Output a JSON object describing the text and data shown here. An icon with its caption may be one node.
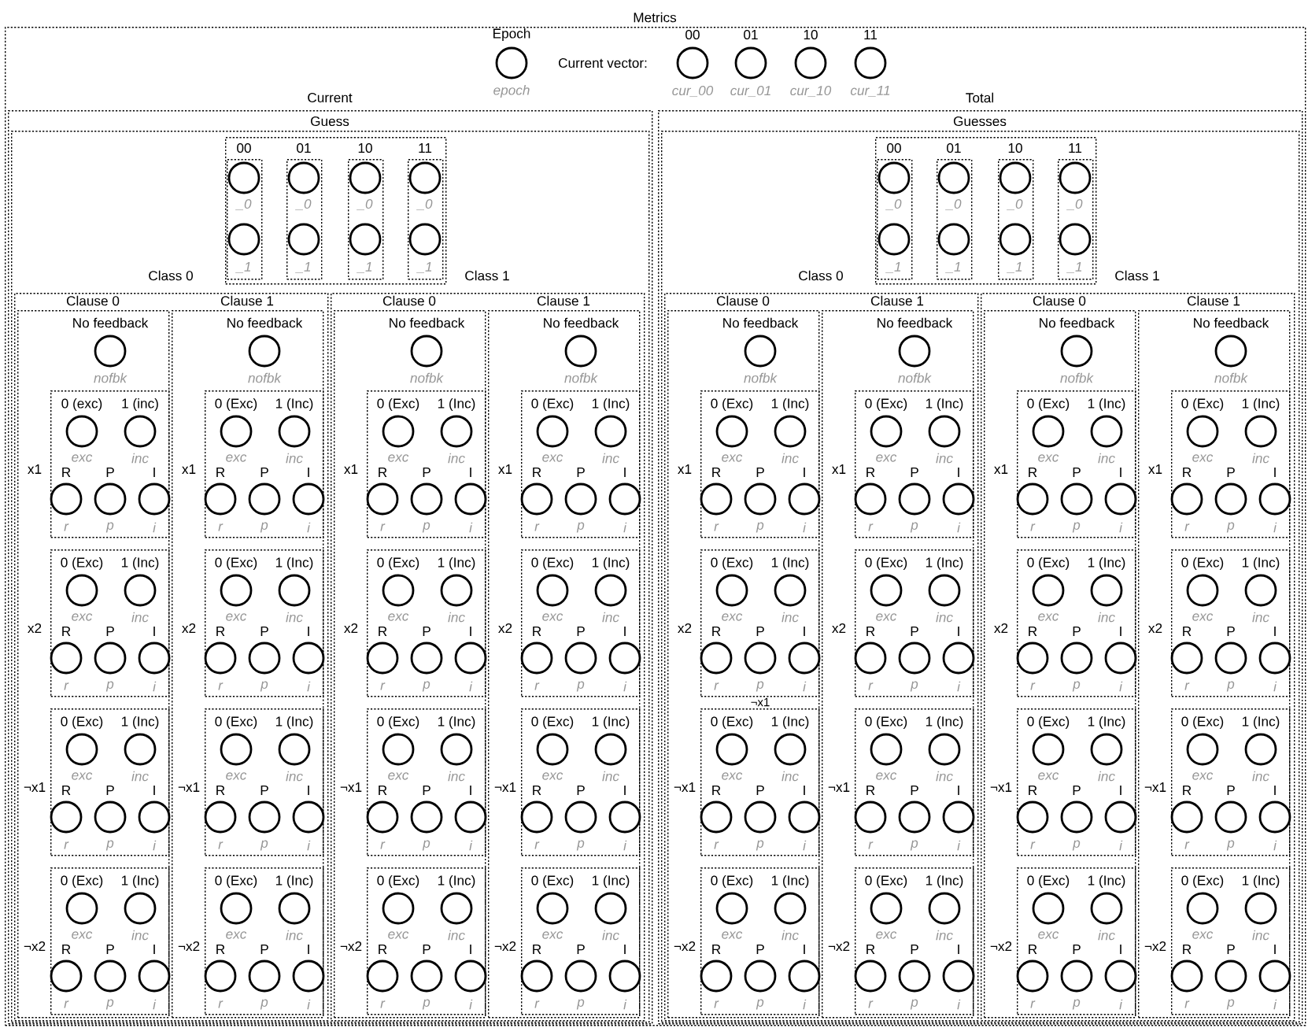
{
  "diagram": {
    "nodes": [
      {
        "text": [
          "Metrics"
        ]
      },
      {
        "text": [
          "Epoch",
          "epoch"
        ],
        "in": 0
      },
      {
        "text": [
          "00",
          "cur_00"
        ],
        "in": 0
      },
      {
        "text": [
          "01",
          "cur_01"
        ],
        "in": 0
      },
      {
        "text": [
          "10",
          "cur_10"
        ],
        "in": 0
      },
      {
        "text": [
          "11",
          "cur_11"
        ],
        "in": 0
      },
      {
        "text": [
          "Current"
        ],
        "in": 0
      },
      {
        "text": [
          "Guess"
        ],
        "in": 6
      },
      {
        "text": [],
        "shape": "box",
        "in": 7
      },
      {
        "text": [
          "00"
        ],
        "in": 8
      },
      {
        "text": [
          "_0"
        ],
        "in": 9
      },
      {
        "text": [
          "_1"
        ],
        "in": 9
      },
      {
        "text": [
          "01"
        ],
        "in": 8
      },
      {
        "text": [
          "_0"
        ],
        "in": 12
      },
      {
        "text": [
          "_1"
        ],
        "in": 12
      },
      {
        "text": [
          "10"
        ],
        "in": 8
      },
      {
        "text": [
          "_0"
        ],
        "in": 15
      },
      {
        "text": [
          "_1"
        ],
        "in": 15
      },
      {
        "text": [
          "11"
        ],
        "in": 8
      },
      {
        "text": [
          "_0"
        ],
        "in": 18
      },
      {
        "text": [
          "_1"
        ],
        "in": 18
      },
      {
        "text": [
          "Class 0"
        ],
        "in": 7
      },
      {
        "text": [
          "Clause 0"
        ],
        "in": 21
      },
      {
        "text": [
          "No feedback",
          "nofbk"
        ],
        "in": 22
      },
      {
        "text": [
          "x1"
        ],
        "in": 22
      },
      {
        "text": [
          "0 (exc)",
          "exc"
        ],
        "in": 24
      },
      {
        "text": [
          "1 (inc)",
          "inc"
        ],
        "in": 24
      },
      {
        "text": [
          "R",
          "r"
        ],
        "in": 24
      },
      {
        "text": [
          "P",
          "p"
        ],
        "in": 24
      },
      {
        "text": [
          "I",
          "i"
        ],
        "in": 24
      },
      {
        "text": [
          "x2"
        ],
        "in": 22
      },
      {
        "text": [
          "0 (Exc)",
          "exc"
        ],
        "in": 30
      },
      {
        "text": [
          "1 (Inc)",
          "inc"
        ],
        "in": 30
      },
      {
        "text": [
          "R",
          "r"
        ],
        "in": 30
      },
      {
        "text": [
          "P",
          "p"
        ],
        "in": 30
      },
      {
        "text": [
          "I",
          "i"
        ],
        "in": 30
      },
      {
        "text": [
          "¬x1"
        ],
        "in": 22
      },
      {
        "text": [
          "0 (Exc)",
          "exc"
        ],
        "in": 36
      },
      {
        "text": [
          "1 (Inc)",
          "inc"
        ],
        "in": 36
      },
      {
        "text": [
          "R",
          "r"
        ],
        "in": 36
      },
      {
        "text": [
          "P",
          "p"
        ],
        "in": 36
      },
      {
        "text": [
          "I",
          "i"
        ],
        "in": 36
      },
      {
        "text": [
          "¬x2"
        ],
        "in": 22
      },
      {
        "text": [
          "0 (Exc)",
          "exc"
        ],
        "in": 42
      },
      {
        "text": [
          "1 (Inc)",
          "inc"
        ],
        "in": 42
      },
      {
        "text": [
          "R",
          "r"
        ],
        "in": 42
      },
      {
        "text": [
          "P",
          "p"
        ],
        "in": 42
      },
      {
        "text": [
          "I",
          "i"
        ],
        "in": 42
      },
      {
        "text": [
          "Clause 1"
        ],
        "in": 21
      },
      {
        "text": [
          "No feedback",
          "nofbk"
        ],
        "in": 48
      },
      {
        "text": [
          "x1"
        ],
        "in": 48
      },
      {
        "text": [
          "0 (Exc)",
          "exc"
        ],
        "in": 50
      },
      {
        "text": [
          "1 (Inc)",
          "inc"
        ],
        "in": 50
      },
      {
        "text": [
          "R",
          "r"
        ],
        "in": 50
      },
      {
        "text": [
          "P",
          "p"
        ],
        "in": 50
      },
      {
        "text": [
          "I",
          "i"
        ],
        "in": 50
      },
      {
        "text": [
          "x2"
        ],
        "in": 48
      },
      {
        "text": [
          "0 (Exc)",
          "exc"
        ],
        "in": 56
      },
      {
        "text": [
          "1 (Inc)",
          "inc"
        ],
        "in": 56
      },
      {
        "text": [
          "R",
          "r"
        ],
        "in": 56
      },
      {
        "text": [
          "P",
          "p"
        ],
        "in": 56
      },
      {
        "text": [
          "I",
          "i"
        ],
        "in": 56
      },
      {
        "text": [
          "¬x1"
        ],
        "in": 48
      },
      {
        "text": [
          "0 (Exc)",
          "exc"
        ],
        "in": 62
      },
      {
        "text": [
          "1 (Inc)",
          "inc"
        ],
        "in": 62
      },
      {
        "text": [
          "R",
          "r"
        ],
        "in": 62
      },
      {
        "text": [
          "P",
          "p"
        ],
        "in": 62
      },
      {
        "text": [
          "I",
          "i"
        ],
        "in": 62
      },
      {
        "text": [
          "¬x2"
        ],
        "in": 48
      },
      {
        "text": [
          "0 (Exc)",
          "exc"
        ],
        "in": 68
      },
      {
        "text": [
          "1 (Inc)",
          "inc"
        ],
        "in": 68
      },
      {
        "text": [
          "R",
          "r"
        ],
        "in": 68
      },
      {
        "text": [
          "P",
          "p"
        ],
        "in": 68
      },
      {
        "text": [
          "I",
          "i"
        ],
        "in": 68
      },
      {
        "text": [
          "Class 1"
        ],
        "in": 7
      },
      {
        "text": [
          "Clause 0"
        ],
        "in": 74
      },
      {
        "text": [
          "No feedback",
          "nofbk"
        ],
        "in": 75
      },
      {
        "text": [
          "x1"
        ],
        "in": 75
      },
      {
        "text": [
          "0 (Exc)",
          "exc"
        ],
        "in": 77
      },
      {
        "text": [
          "1 (Inc)",
          "inc"
        ],
        "in": 77
      },
      {
        "text": [
          "R",
          "r"
        ],
        "in": 77
      },
      {
        "text": [
          "P",
          "p"
        ],
        "in": 77
      },
      {
        "text": [
          "I",
          "i"
        ],
        "in": 77
      },
      {
        "text": [
          "x2"
        ],
        "in": 75
      },
      {
        "text": [
          "0 (Exc)",
          "exc"
        ],
        "in": 83
      },
      {
        "text": [
          "1 (Inc)",
          "inc"
        ],
        "in": 83
      },
      {
        "text": [
          "R",
          "r"
        ],
        "in": 83
      },
      {
        "text": [
          "P",
          "p"
        ],
        "in": 83
      },
      {
        "text": [
          "I",
          "i"
        ],
        "in": 83
      },
      {
        "text": [
          "¬x1"
        ],
        "in": 75
      },
      {
        "text": [
          "0 (Exc)",
          "exc"
        ],
        "in": 89
      },
      {
        "text": [
          "1 (Inc)",
          "inc"
        ],
        "in": 89
      },
      {
        "text": [
          "R",
          "r"
        ],
        "in": 89
      },
      {
        "text": [
          "P",
          "p"
        ],
        "in": 89
      },
      {
        "text": [
          "I",
          "i"
        ],
        "in": 89
      },
      {
        "text": [
          "¬x2"
        ],
        "in": 75
      },
      {
        "text": [
          "0 (Exc)",
          "exc"
        ],
        "in": 95
      },
      {
        "text": [
          "1 (Inc)",
          "inc"
        ],
        "in": 95
      },
      {
        "text": [
          "R",
          "r"
        ],
        "in": 95
      },
      {
        "text": [
          "P",
          "p"
        ],
        "in": 95
      },
      {
        "text": [
          "I",
          "i"
        ],
        "in": 95
      },
      {
        "text": [
          "Clause 1"
        ],
        "in": 74
      },
      {
        "text": [
          "No feedback",
          "nofbk"
        ],
        "in": 101
      },
      {
        "text": [
          "x1"
        ],
        "in": 101
      },
      {
        "text": [
          "0 (Exc)",
          "exc"
        ],
        "in": 103
      },
      {
        "text": [
          "1 (Inc)",
          "inc"
        ],
        "in": 103
      },
      {
        "text": [
          "R",
          "r"
        ],
        "in": 103
      },
      {
        "text": [
          "P",
          "p"
        ],
        "in": 103
      },
      {
        "text": [
          "I",
          "i"
        ],
        "in": 103
      },
      {
        "text": [
          "x2"
        ],
        "in": 101
      },
      {
        "text": [
          "0 (Exc)",
          "exc"
        ],
        "in": 109
      },
      {
        "text": [
          "1 (Inc)",
          "inc"
        ],
        "in": 109
      },
      {
        "text": [
          "R",
          "r"
        ],
        "in": 109
      },
      {
        "text": [
          "P",
          "p"
        ],
        "in": 109
      },
      {
        "text": [
          "I",
          "i"
        ],
        "in": 109
      },
      {
        "text": [
          "¬x1"
        ],
        "in": 101
      },
      {
        "text": [
          "0 (Exc)",
          "exc"
        ],
        "in": 115
      },
      {
        "text": [
          "1 (Inc)",
          "inc"
        ],
        "in": 115
      },
      {
        "text": [
          "R",
          "r"
        ],
        "in": 115
      },
      {
        "text": [
          "P",
          "p"
        ],
        "in": 115
      },
      {
        "text": [
          "I",
          "i"
        ],
        "in": 115
      },
      {
        "text": [
          "¬x2"
        ],
        "in": 101
      },
      {
        "text": [
          "0 (Exc)",
          "exc"
        ],
        "in": 121
      },
      {
        "text": [
          "1 (Inc)",
          "inc"
        ],
        "in": 121
      },
      {
        "text": [
          "R",
          "r"
        ],
        "in": 121
      },
      {
        "text": [
          "P",
          "p"
        ],
        "in": 121
      },
      {
        "text": [
          "I",
          "i"
        ],
        "in": 121
      },
      {
        "text": [
          "Total"
        ],
        "in": 0
      },
      {
        "text": [
          "Guesses"
        ],
        "in": 127
      },
      {
        "text": [],
        "shape": "box",
        "in": 128
      },
      {
        "text": [
          "00"
        ],
        "in": 129
      },
      {
        "text": [
          "_0"
        ],
        "in": 130
      },
      {
        "text": [
          "_1"
        ],
        "in": 130
      },
      {
        "text": [
          "01"
        ],
        "in": 129
      },
      {
        "text": [
          "_0"
        ],
        "in": 133
      },
      {
        "text": [
          "_1"
        ],
        "in": 133
      },
      {
        "text": [
          "10"
        ],
        "in": 129
      },
      {
        "text": [
          "_0"
        ],
        "in": 136
      },
      {
        "text": [
          "_1"
        ],
        "in": 136
      },
      {
        "text": [
          "11"
        ],
        "in": 129
      },
      {
        "text": [
          "_0"
        ],
        "in": 139
      },
      {
        "text": [
          "_1"
        ],
        "in": 139
      },
      {
        "text": [
          "Class 0"
        ],
        "in": 128
      },
      {
        "text": [
          "Clause 0"
        ],
        "in": 142
      },
      {
        "text": [
          "No feedback",
          "nofbk"
        ],
        "in": 143
      },
      {
        "text": [
          "x1"
        ],
        "in": 143
      },
      {
        "text": [
          "0 (Exc)",
          "exc"
        ],
        "in": 145
      },
      {
        "text": [
          "1 (Inc)",
          "inc"
        ],
        "in": 145
      },
      {
        "text": [
          "R",
          "r"
        ],
        "in": 145
      },
      {
        "text": [
          "P",
          "p"
        ],
        "in": 145
      },
      {
        "text": [
          "I",
          "i"
        ],
        "in": 145
      },
      {
        "text": [
          "x2"
        ],
        "in": 143
      },
      {
        "text": [
          "0 (Exc)",
          "exc"
        ],
        "in": 151
      },
      {
        "text": [
          "1 (Inc)",
          "inc"
        ],
        "in": 151
      },
      {
        "text": [
          "R",
          "r"
        ],
        "in": 151
      },
      {
        "text": [
          "P",
          "p"
        ],
        "in": 151
      },
      {
        "text": [
          "I",
          "i"
        ],
        "in": 151
      },
      {
        "text": [
          "¬x1"
        ],
        "in": 143
      },
      {
        "text": [
          "0 (Exc)",
          "exc"
        ],
        "in": 157
      },
      {
        "text": [
          "1 (Inc)",
          "inc"
        ],
        "in": 157
      },
      {
        "text": [
          "R",
          "r"
        ],
        "in": 157
      },
      {
        "text": [
          "P",
          "p"
        ],
        "in": 157
      },
      {
        "text": [
          "I",
          "i"
        ],
        "in": 157
      },
      {
        "text": [
          "¬x2"
        ],
        "in": 143
      },
      {
        "text": [
          "0 (Exc)",
          "exc"
        ],
        "in": 163
      },
      {
        "text": [
          "1 (Inc)",
          "inc"
        ],
        "in": 163
      },
      {
        "text": [
          "R",
          "r"
        ],
        "in": 163
      },
      {
        "text": [
          "P",
          "p"
        ],
        "in": 163
      },
      {
        "text": [
          "I",
          "i"
        ],
        "in": 163
      },
      {
        "text": [
          "Clause 1"
        ],
        "in": 142
      },
      {
        "text": [
          "No feedback",
          "nofbk"
        ],
        "in": 169
      },
      {
        "text": [
          "x1"
        ],
        "in": 169
      },
      {
        "text": [
          "0 (Exc)",
          "exc"
        ],
        "in": 171
      },
      {
        "text": [
          "1 (Inc)",
          "inc"
        ],
        "in": 171
      },
      {
        "text": [
          "R",
          "r"
        ],
        "in": 171
      },
      {
        "text": [
          "P",
          "p"
        ],
        "in": 171
      },
      {
        "text": [
          "I",
          "i"
        ],
        "in": 171
      },
      {
        "text": [
          "x2"
        ],
        "in": 169
      },
      {
        "text": [
          "0 (Exc)",
          "exc"
        ],
        "in": 177
      },
      {
        "text": [
          "1 (Inc)",
          "inc"
        ],
        "in": 177
      },
      {
        "text": [
          "R",
          "r"
        ],
        "in": 177
      },
      {
        "text": [
          "P",
          "p"
        ],
        "in": 177
      },
      {
        "text": [
          "I",
          "i"
        ],
        "in": 177
      },
      {
        "text": [
          "¬x1"
        ],
        "in": 169
      },
      {
        "text": [
          "0 (Exc)",
          "exc"
        ],
        "in": 183
      },
      {
        "text": [
          "1 (Inc)",
          "inc"
        ],
        "in": 183
      },
      {
        "text": [
          "R",
          "r"
        ],
        "in": 183
      },
      {
        "text": [
          "P",
          "p"
        ],
        "in": 183
      },
      {
        "text": [
          "I",
          "i"
        ],
        "in": 183
      },
      {
        "text": [
          "¬x2"
        ],
        "in": 169
      },
      {
        "text": [
          "0 (Exc)",
          "exc"
        ],
        "in": 189
      },
      {
        "text": [
          "1 (Inc)",
          "inc"
        ],
        "in": 189
      },
      {
        "text": [
          "R",
          "r"
        ],
        "in": 189
      },
      {
        "text": [
          "P",
          "p"
        ],
        "in": 189
      },
      {
        "text": [
          "I",
          "i"
        ],
        "in": 189
      },
      {
        "text": [
          "Class 1"
        ],
        "in": 128
      },
      {
        "text": [
          "Clause 0"
        ],
        "in": 195
      },
      {
        "text": [
          "No feedback",
          "nofbk"
        ],
        "in": 196
      },
      {
        "text": [
          "x1"
        ],
        "in": 196
      },
      {
        "text": [
          "0 (Exc)",
          "exc"
        ],
        "in": 198
      },
      {
        "text": [
          "1 (Inc)",
          "inc"
        ],
        "in": 198
      },
      {
        "text": [
          "R",
          "r"
        ],
        "in": 198
      },
      {
        "text": [
          "P",
          "p"
        ],
        "in": 198
      },
      {
        "text": [
          "I",
          "i"
        ],
        "in": 198
      },
      {
        "text": [
          "x2"
        ],
        "in": 196
      },
      {
        "text": [
          "0 (Exc)",
          "exc"
        ],
        "in": 204
      },
      {
        "text": [
          "1 (Inc)",
          "inc"
        ],
        "in": 204
      },
      {
        "text": [
          "R",
          "r"
        ],
        "in": 204
      },
      {
        "text": [
          "P",
          "p"
        ],
        "in": 204
      },
      {
        "text": [
          "I",
          "i"
        ],
        "in": 204
      },
      {
        "text": [
          "¬x1"
        ],
        "in": 196
      },
      {
        "text": [
          "0 (Exc)",
          "exc"
        ],
        "in": 210
      },
      {
        "text": [
          "1 (Inc)",
          "inc"
        ],
        "in": 210
      },
      {
        "text": [
          "R",
          "r"
        ],
        "in": 210
      },
      {
        "text": [
          "P",
          "p"
        ],
        "in": 210
      },
      {
        "text": [
          "I",
          "i"
        ],
        "in": 210
      },
      {
        "text": [
          "¬x2"
        ],
        "in": 196
      },
      {
        "text": [
          "0 (Exc)",
          "exc"
        ],
        "in": 216
      },
      {
        "text": [
          "1 (Inc)",
          "inc"
        ],
        "in": 216
      },
      {
        "text": [
          "R",
          "r"
        ],
        "in": 216
      },
      {
        "text": [
          "P",
          "p"
        ],
        "in": 216
      },
      {
        "text": [
          "I",
          "i"
        ],
        "in": 216
      },
      {
        "text": [
          "Clause 1"
        ],
        "in": 195
      },
      {
        "text": [
          "No feedback",
          "nofbk"
        ],
        "in": 222
      },
      {
        "text": [
          "x1"
        ],
        "in": 222
      },
      {
        "text": [
          "0 (Exc)",
          "exc"
        ],
        "in": 224
      },
      {
        "text": [
          "1 (Inc)",
          "inc"
        ],
        "in": 224
      },
      {
        "text": [
          "R",
          "r"
        ],
        "in": 224
      },
      {
        "text": [
          "P",
          "p"
        ],
        "in": 224
      },
      {
        "text": [
          "I",
          "i"
        ],
        "in": 224
      },
      {
        "text": [
          "x2"
        ],
        "in": 222
      },
      {
        "text": [
          "0 (Exc)",
          "exc"
        ],
        "in": 230
      },
      {
        "text": [
          "1 (Inc)",
          "inc"
        ],
        "in": 230
      },
      {
        "text": [
          "R",
          "r"
        ],
        "in": 230
      },
      {
        "text": [
          "P",
          "p"
        ],
        "in": 230
      },
      {
        "text": [
          "I",
          "i"
        ],
        "in": 230
      },
      {
        "text": [
          "¬x1"
        ],
        "in": 222
      },
      {
        "text": [
          "0 (Exc)",
          "exc"
        ],
        "in": 236
      },
      {
        "text": [
          "1 (Inc)",
          "inc"
        ],
        "in": 236
      },
      {
        "text": [
          "R",
          "r"
        ],
        "in": 236
      },
      {
        "text": [
          "P",
          "p"
        ],
        "in": 236
      },
      {
        "text": [
          "I",
          "i"
        ],
        "in": 236
      },
      {
        "text": [
          "¬x2"
        ],
        "in": 222
      },
      {
        "text": [
          "0 (Exc)",
          "exc"
        ],
        "in": 242
      },
      {
        "text": [
          "1 (Inc)",
          "inc"
        ],
        "in": 242
      },
      {
        "text": [
          "R",
          "r"
        ],
        "in": 242
      },
      {
        "text": [
          "P",
          "p"
        ],
        "in": 242
      },
      {
        "text": [
          "I",
          "i"
        ],
        "in": 242
      }
    ],
    "labels": [
      "Current vector:",
      "¬x1"
    ]
  }
}
